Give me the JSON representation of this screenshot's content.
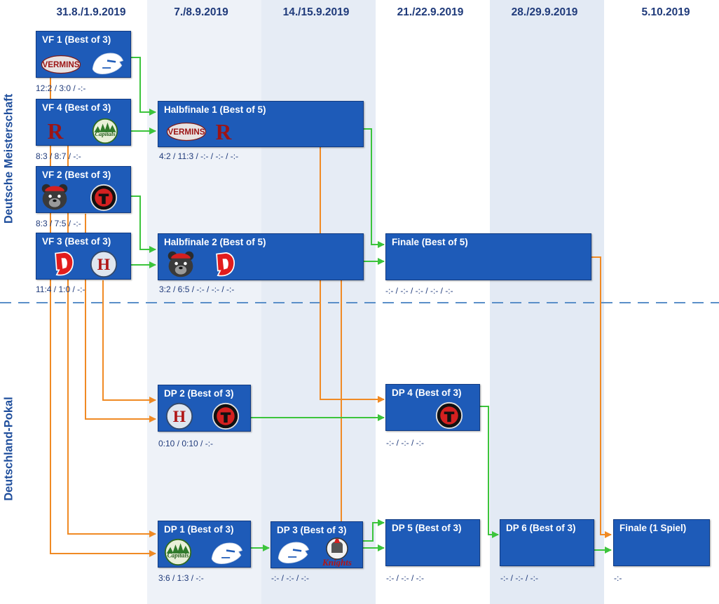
{
  "columns": [
    {
      "date": "31.8./1.9.2019"
    },
    {
      "date": "7./8.9.2019"
    },
    {
      "date": "14./15.9.2019"
    },
    {
      "date": "21./22.9.2019"
    },
    {
      "date": "28./29.9.2019"
    },
    {
      "date": "5.10.2019"
    }
  ],
  "sections": {
    "top": "Deutsche Meisterschaft",
    "bottom": "Deutschland-Pokal"
  },
  "games": {
    "vf1": {
      "title": "VF 1 (Best of 3)",
      "score": "12:2 / 3:0 / -:-",
      "logos": [
        "vermins-logo",
        "panther-logo"
      ]
    },
    "vf4": {
      "title": "VF 4  (Best of 3)",
      "score": "8:3 / 8:7 / -:-",
      "logos": [
        "r-logo",
        "capitals-logo"
      ]
    },
    "vf2": {
      "title": "VF 2 (Best of 3)",
      "score": "8:3 / 7:5 / -:-",
      "logos": [
        "bear-logo",
        "red-emblem-logo"
      ]
    },
    "vf3": {
      "title": "VF 3 (Best of 3)",
      "score": "11:4 / 1:0 / -:-",
      "logos": [
        "red-d-logo",
        "hawks-logo"
      ]
    },
    "hf1": {
      "title": "Halbfinale 1 (Best of 5)",
      "score": "4:2 / 11:3 / -:- / -:- / -:-",
      "logos": [
        "vermins-logo",
        "r-logo"
      ]
    },
    "hf2": {
      "title": "Halbfinale 2 (Best of 5)",
      "score": "3:2 / 6:5 / -:- / -:- / -:-",
      "logos": [
        "bear-logo",
        "red-d-logo"
      ]
    },
    "finale": {
      "title": "Finale (Best of 5)",
      "score": "-:- / -:- / -:- / -:- / -:-",
      "logos": []
    },
    "dp2": {
      "title": "DP 2 (Best of 3)",
      "score": "0:10 / 0:10 / -:-",
      "logos": [
        "hawks-logo",
        "red-emblem-logo"
      ]
    },
    "dp4": {
      "title": "DP 4 (Best of 3)",
      "score": "-:- / -:- / -:-",
      "logos": [
        "red-emblem-logo"
      ]
    },
    "dp1": {
      "title": "DP 1 (Best of 3)",
      "score": "3:6 / 1:3 / -:-",
      "logos": [
        "capitals-logo",
        "panther-logo"
      ]
    },
    "dp3": {
      "title": "DP 3 (Best of 3)",
      "score": "-:- / -:- / -:-",
      "logos": [
        "panther-logo",
        "knights-logo"
      ]
    },
    "dp5": {
      "title": "DP 5 (Best of 3)",
      "score": "-:- / -:- / -:-",
      "logos": []
    },
    "dp6": {
      "title": "DP 6 (Best of 3)",
      "score": "-:- / -:- / -:-",
      "logos": []
    },
    "pokal_finale": {
      "title": "Finale (1 Spiel)",
      "score": "-:-",
      "logos": []
    }
  },
  "colors": {
    "box": "#1e5bb8",
    "winner_line": "#3cc43c",
    "loser_line": "#f08a24",
    "divider": "#5a8fc8"
  }
}
